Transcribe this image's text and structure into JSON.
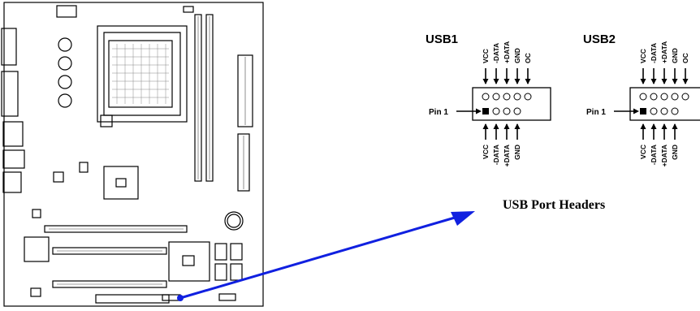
{
  "caption": "USB Port Headers",
  "pin1_label": "Pin 1",
  "headers": [
    {
      "id": "usb1",
      "title": "USB1",
      "top_pins": [
        "VCC",
        "-DATA",
        "+DATA",
        "GND",
        "OC"
      ],
      "bottom_pins": [
        "VCC",
        "-DATA",
        "+DATA",
        "GND"
      ]
    },
    {
      "id": "usb2",
      "title": "USB2",
      "top_pins": [
        "VCC",
        "-DATA",
        "+DATA",
        "GND",
        "OC"
      ],
      "bottom_pins": [
        "VCC",
        "-DATA",
        "+DATA",
        "GND"
      ]
    }
  ],
  "colors": {
    "pointer_arrow": "#1020e0",
    "line": "#000000",
    "board_outline": "#000000"
  }
}
